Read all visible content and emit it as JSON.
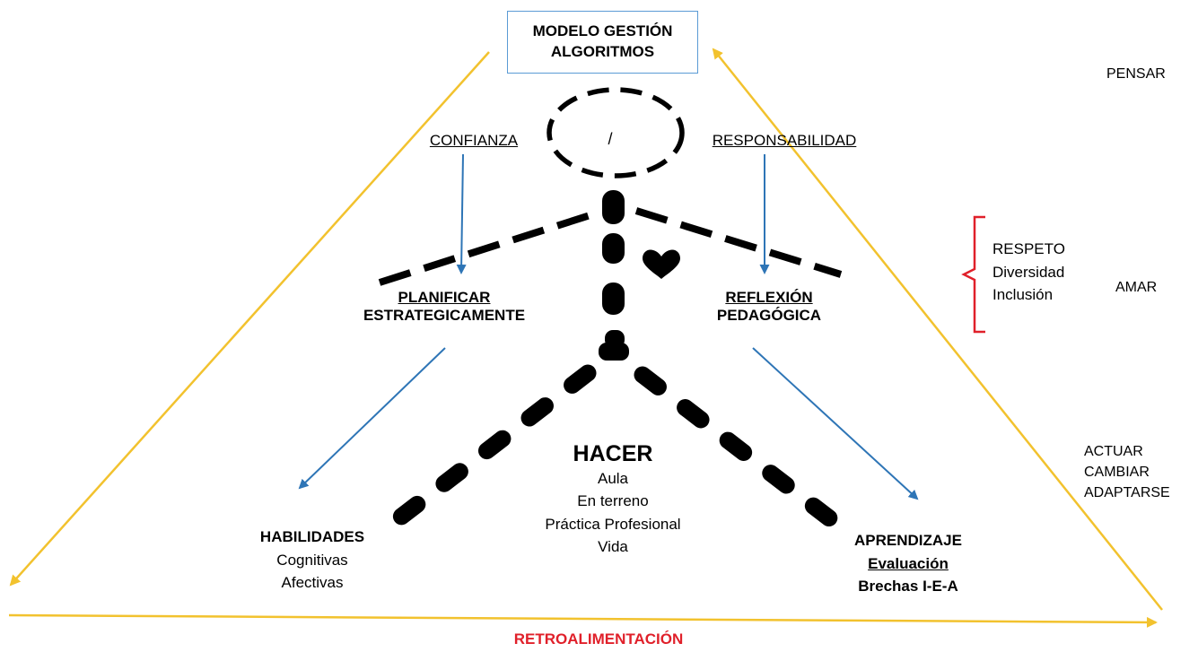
{
  "title": {
    "line1": "MODELO GESTIÓN",
    "line2": "ALGORITMOS"
  },
  "head_symbol": "/",
  "left_top": "CONFIANZA",
  "right_top": "RESPONSABILIDAD",
  "left_mid": {
    "line1": "PLANIFICAR",
    "line2": "ESTRATEGICAMENTE"
  },
  "right_mid": {
    "line1": "REFLEXIÓN",
    "line2": "PEDAGÓGICA"
  },
  "center": {
    "heading": "HACER",
    "items": [
      "Aula",
      "En terreno",
      "Práctica Profesional",
      "Vida"
    ]
  },
  "bottom_left": {
    "heading": "HABILIDADES",
    "items": [
      "Cognitivas",
      "Afectivas"
    ]
  },
  "bottom_right": {
    "heading": "APRENDIZAJE",
    "line2": "Evaluación",
    "line3": "Brechas I-E-A"
  },
  "bracket_items": [
    "RESPETO",
    "Diversidad",
    "Inclusión"
  ],
  "side_labels": {
    "pensar": "PENSAR",
    "amar": "AMAR",
    "actuar": [
      "ACTUAR",
      "CAMBIAR",
      "ADAPTARSE"
    ]
  },
  "footer": "RETROALIMENTACIÓN",
  "colors": {
    "triangle": "#f2c22e",
    "blue_arrow": "#2e75b6",
    "box_border": "#5b9bd5",
    "bracket": "#e0202a",
    "footer": "#e0202a",
    "figure": "#000000"
  }
}
